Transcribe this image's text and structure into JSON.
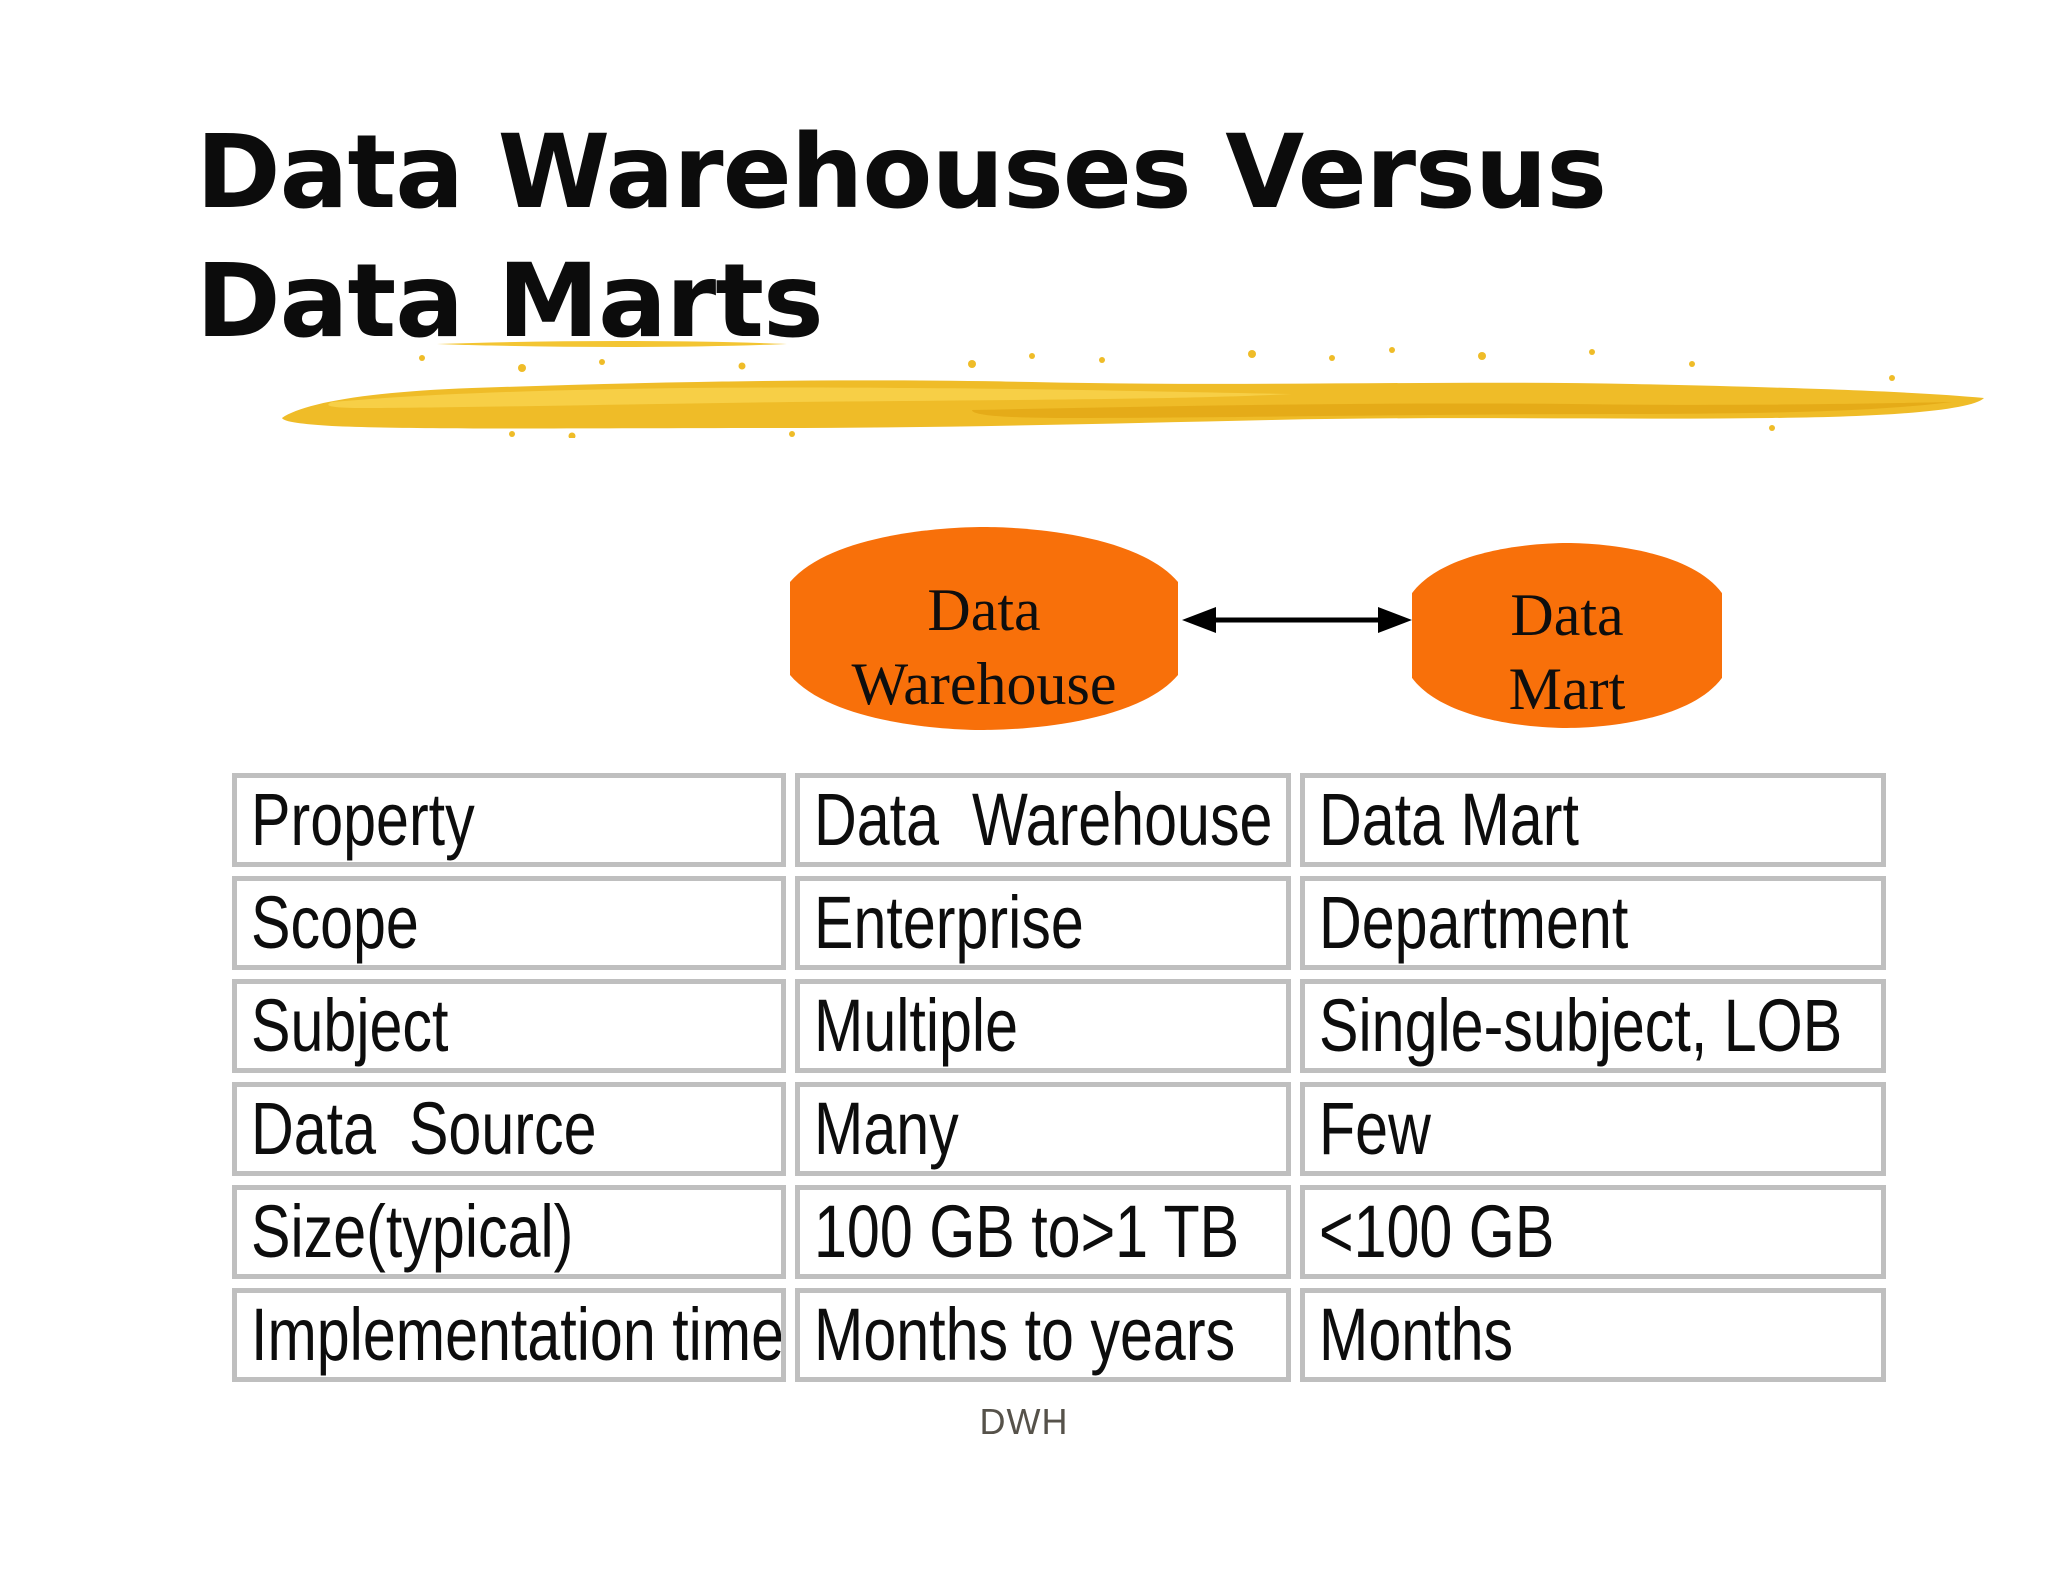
{
  "slide": {
    "title_line1": "Data Warehouses Versus",
    "title_line2": "Data Marts",
    "footer": "DWH"
  },
  "diagram": {
    "warehouse": {
      "line1": "Data",
      "line2": "Warehouse"
    },
    "mart": {
      "line1": "Data",
      "line2": "Mart"
    }
  },
  "colors": {
    "cylinder_fill": "#f8700a",
    "brush_main": "#efbc28",
    "brush_light": "#f7d049",
    "brush_dark": "#e2a613",
    "brush_tail": "#f3c533",
    "table_border": "#bfbfbf",
    "footer_text": "#56524a"
  },
  "table": {
    "columns": [
      "Property",
      "Data  Warehouse",
      "Data Mart"
    ],
    "rows": [
      [
        "Scope",
        "Enterprise",
        "Department"
      ],
      [
        "Subject",
        "Multiple",
        "Single-subject, LOB"
      ],
      [
        "Data  Source",
        "Many",
        "Few"
      ],
      [
        "Size(typical)",
        "100 GB to>1 TB",
        "<100 GB"
      ],
      [
        "Implementation time",
        "Months to years",
        "Months"
      ]
    ]
  }
}
